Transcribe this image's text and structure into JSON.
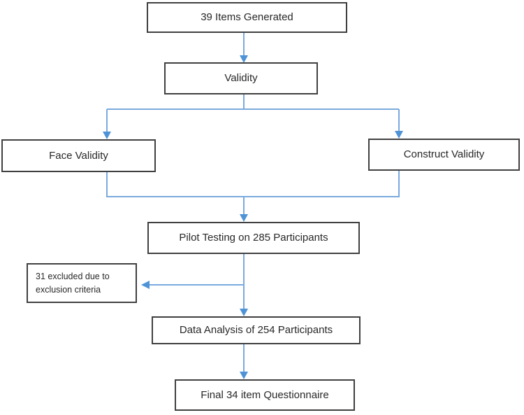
{
  "colors": {
    "arrow_line": "#79aadd",
    "arrow_head": "#4f93d7",
    "box_border": "#404040",
    "text": "#282828",
    "background": "#ffffff"
  },
  "nodes": {
    "items_generated": {
      "label": "39 Items Generated"
    },
    "validity": {
      "label": "Validity"
    },
    "face_validity": {
      "label": "Face Validity"
    },
    "construct_validity": {
      "label": "Construct Validity"
    },
    "pilot_testing": {
      "label": "Pilot Testing on 285 Participants"
    },
    "excluded": {
      "label": "31 excluded due to exclusion criteria"
    },
    "data_analysis": {
      "label": "Data Analysis of 254 Participants"
    },
    "final_questionnaire": {
      "label": "Final 34 item Questionnaire"
    }
  }
}
